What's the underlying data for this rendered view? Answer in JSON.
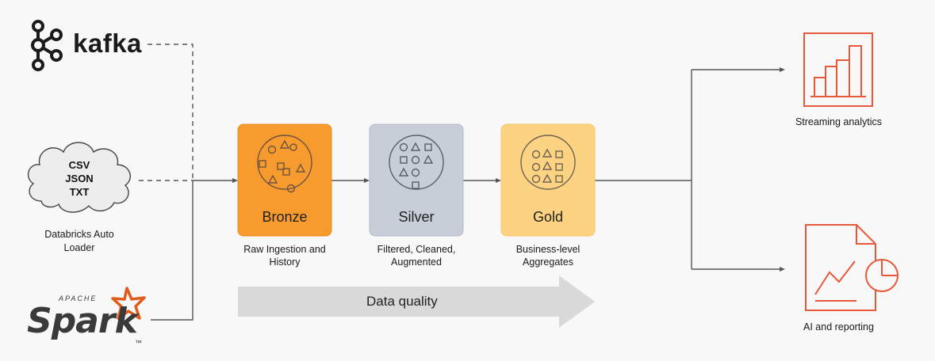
{
  "sources": {
    "kafka": "kafka",
    "cloud_lines": [
      "CSV",
      "JSON",
      "TXT"
    ],
    "cloud_caption_line1": "Databricks Auto",
    "cloud_caption_line2": "Loader",
    "spark_apache": "APACHE",
    "spark": "Spark",
    "spark_tm": "™"
  },
  "stages": [
    {
      "name": "Bronze",
      "caption_line1": "Raw Ingestion and",
      "caption_line2": "History",
      "color": "#f79b2e",
      "border": "#f08a1c"
    },
    {
      "name": "Silver",
      "caption_line1": "Filtered, Cleaned,",
      "caption_line2": "Augmented",
      "color": "#c8ced8",
      "border": "#b5bcc8"
    },
    {
      "name": "Gold",
      "caption_line1": "Business-level",
      "caption_line2": "Aggregates",
      "color": "#fcd383",
      "border": "#f7c668"
    }
  ],
  "quality_arrow": {
    "label": "Data quality",
    "color": "#d9d9d9"
  },
  "outputs": [
    {
      "label": "Streaming analytics",
      "icon": "bar-chart-icon"
    },
    {
      "label": "AI and reporting",
      "icon": "report-chart-icon"
    }
  ],
  "colors": {
    "accent": "#e8583a",
    "line": "#555555"
  }
}
